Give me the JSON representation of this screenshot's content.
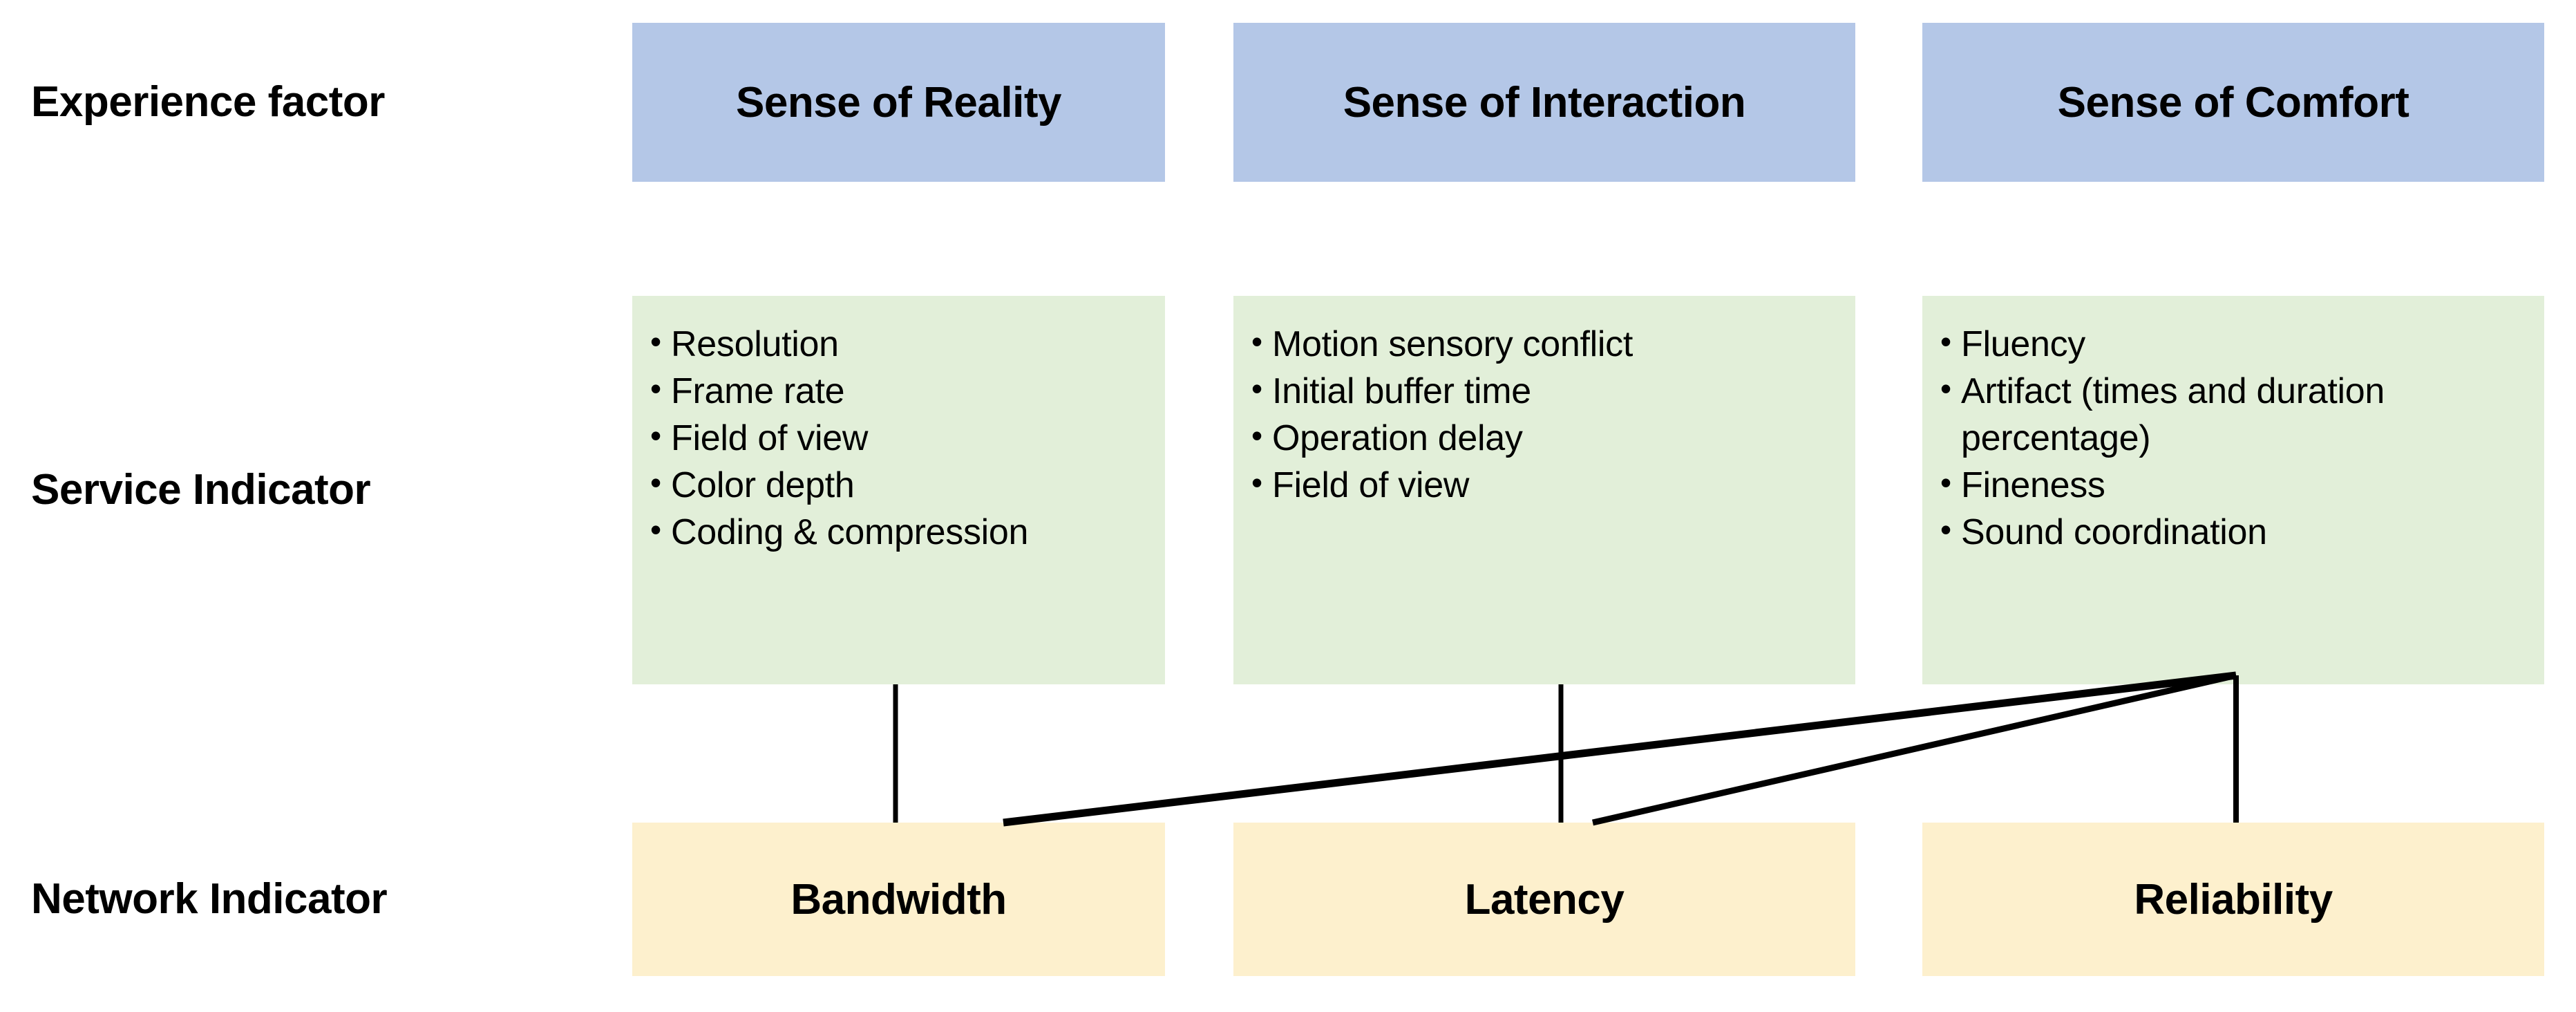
{
  "rows": [
    {
      "key": "experience",
      "label": "Experience factor"
    },
    {
      "key": "service",
      "label": "Service Indicator"
    },
    {
      "key": "network",
      "label": "Network Indicator"
    }
  ],
  "experience_factor": {
    "label": "Experience factor",
    "color": "#b4c7e7",
    "items": [
      {
        "title": "Sense of Reality"
      },
      {
        "title": "Sense of Interaction"
      },
      {
        "title": "Sense of Comfort"
      }
    ]
  },
  "service_indicator": {
    "label": "Service Indicator",
    "color": "#e2efd9",
    "columns": [
      {
        "for": "Sense of Reality",
        "items": [
          "Resolution",
          "Frame rate",
          "Field of view",
          "Color depth",
          "Coding & compression"
        ]
      },
      {
        "for": "Sense of Interaction",
        "items": [
          "Motion sensory conflict",
          "Initial buffer time",
          "Operation delay",
          "Field of view"
        ]
      },
      {
        "for": "Sense of Comfort",
        "items": [
          "Fluency",
          "Artifact (times and duration percentage)",
          "Fineness",
          "Sound coordination"
        ]
      }
    ]
  },
  "network_indicator": {
    "label": "Network Indicator",
    "color": "#fdf0cd",
    "items": [
      {
        "title": "Bandwidth"
      },
      {
        "title": "Latency"
      },
      {
        "title": "Reliability"
      }
    ]
  },
  "connections": [
    {
      "from": "Sense of Reality service box",
      "to": "Bandwidth",
      "type": "vertical"
    },
    {
      "from": "Sense of Interaction service box",
      "to": "Latency",
      "type": "vertical"
    },
    {
      "from": "Sense of Comfort service box",
      "to": "Reliability",
      "type": "vertical"
    },
    {
      "from": "Sense of Comfort service box",
      "to": "Bandwidth",
      "type": "diagonal"
    },
    {
      "from": "Sense of Comfort service box",
      "to": "Latency",
      "type": "diagonal"
    }
  ],
  "line_color": "#000000"
}
